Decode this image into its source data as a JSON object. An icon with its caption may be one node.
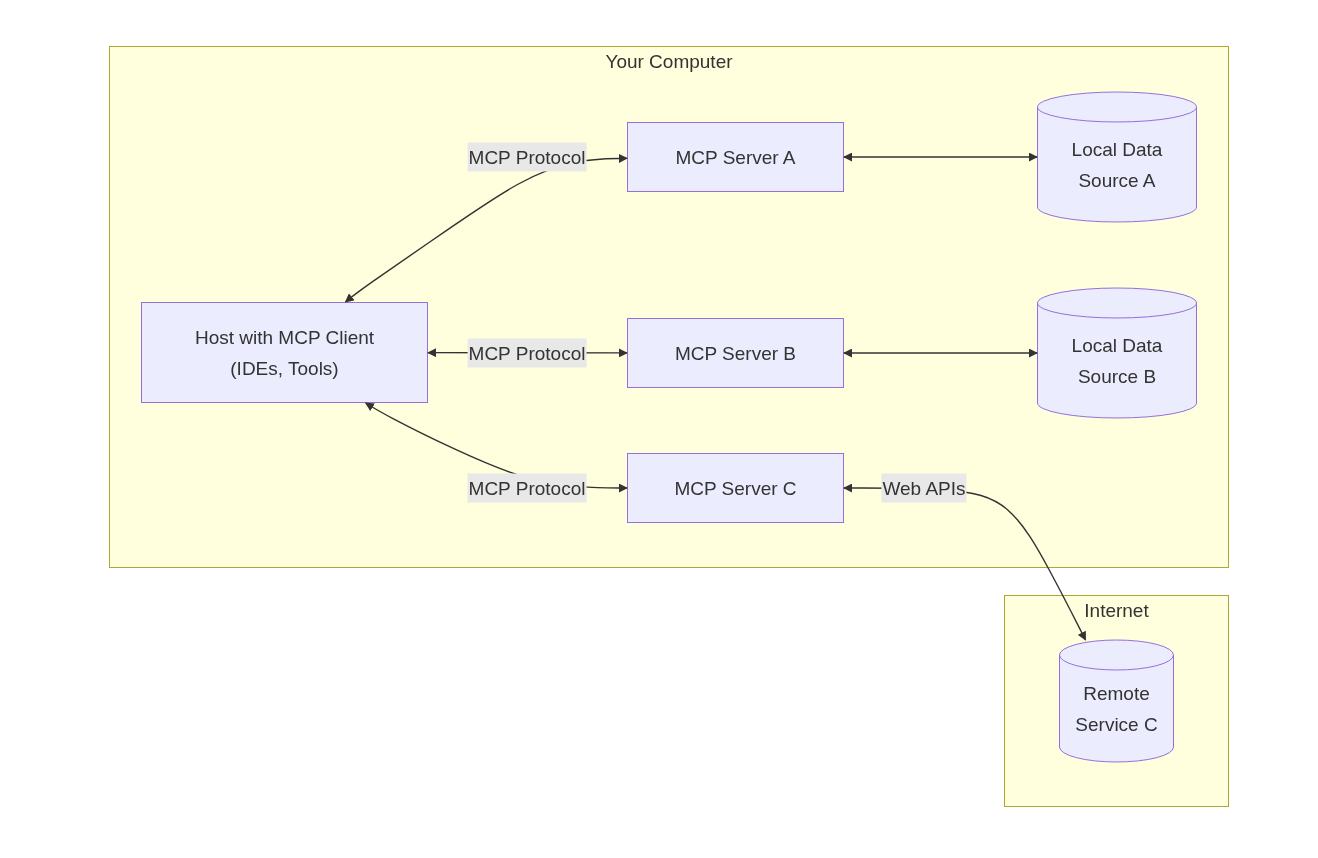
{
  "diagram": {
    "nodes": [
      {
        "text": [
          "Your Computer"
        ]
      },
      {
        "text": [
          "Host with MCP Client (IDEs, Tools)"
        ],
        "in": 0
      },
      {
        "text": [
          "MCP Server A"
        ],
        "in": 0
      },
      {
        "text": [
          "MCP Server B"
        ],
        "in": 0
      },
      {
        "text": [
          "MCP Server C"
        ],
        "in": 0
      },
      {
        "text": [
          "Local Data Source A"
        ],
        "in": 0
      },
      {
        "text": [
          "Local Data Source B"
        ],
        "in": 0
      },
      {
        "text": [
          "Internet"
        ]
      },
      {
        "text": [
          "Remote Service C"
        ],
        "in": 7
      }
    ],
    "edges": [
      {
        "from": 1,
        "to": 2,
        "arrow": "both",
        "label": "MCP Protocol"
      },
      {
        "from": 1,
        "to": 3,
        "arrow": "both",
        "label": "MCP Protocol"
      },
      {
        "from": 1,
        "to": 4,
        "arrow": "both",
        "label": "MCP Protocol"
      },
      {
        "from": 2,
        "to": 5,
        "arrow": "both"
      },
      {
        "from": 3,
        "to": 6,
        "arrow": "both"
      },
      {
        "from": 4,
        "to": 8,
        "arrow": "both",
        "label": "Web APIs"
      }
    ]
  }
}
